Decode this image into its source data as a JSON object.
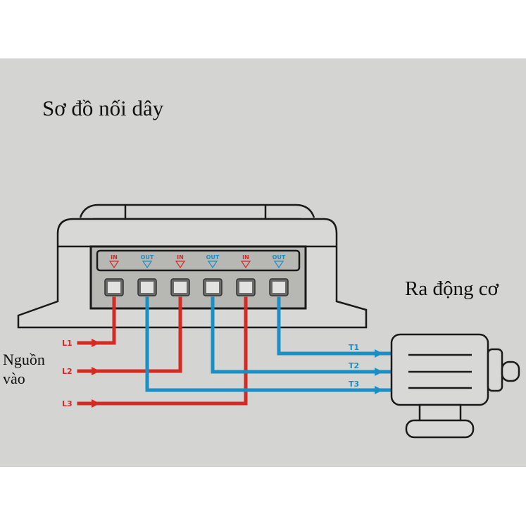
{
  "diagram": {
    "title": "Sơ đồ nối dây",
    "motor_label": "Ra động cơ",
    "source_label_line1": "Nguồn",
    "source_label_line2": "vào",
    "colors": {
      "input_wire": "#d42a24",
      "output_wire": "#1b8fc4",
      "paper": "#d4d4d2",
      "outline": "#1a1a1a"
    },
    "terminals": [
      {
        "label": "IN",
        "type": "input"
      },
      {
        "label": "OUT",
        "type": "output"
      },
      {
        "label": "IN",
        "type": "input"
      },
      {
        "label": "OUT",
        "type": "output"
      },
      {
        "label": "IN",
        "type": "input"
      },
      {
        "label": "OUT",
        "type": "output"
      }
    ],
    "input_lines": [
      "L1",
      "L2",
      "L3"
    ],
    "output_lines": [
      "T1",
      "T2",
      "T3"
    ],
    "connections": [
      {
        "from": "L1",
        "to_terminal": 1
      },
      {
        "from": "L2",
        "to_terminal": 3
      },
      {
        "from": "L3",
        "to_terminal": 5
      },
      {
        "from_terminal": 6,
        "to": "T1"
      },
      {
        "from_terminal": 4,
        "to": "T2"
      },
      {
        "from_terminal": 2,
        "to": "T3"
      }
    ]
  }
}
